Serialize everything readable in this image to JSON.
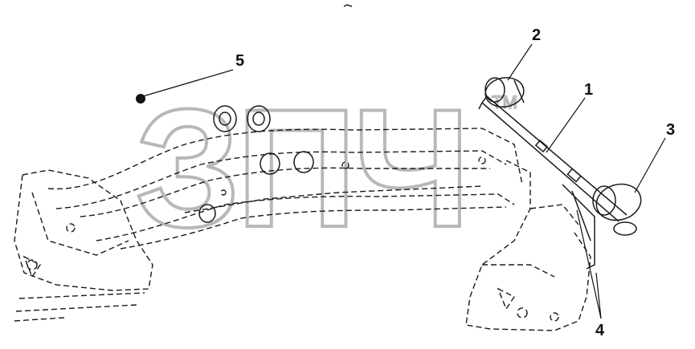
{
  "diagram": {
    "callouts": [
      {
        "id": "1",
        "label": "1"
      },
      {
        "id": "2",
        "label": "2"
      },
      {
        "id": "3",
        "label": "3"
      },
      {
        "id": "4",
        "label": "4"
      },
      {
        "id": "5",
        "label": "5"
      }
    ],
    "watermark": {
      "text": "ЗПЧ",
      "mark": "TM"
    }
  }
}
